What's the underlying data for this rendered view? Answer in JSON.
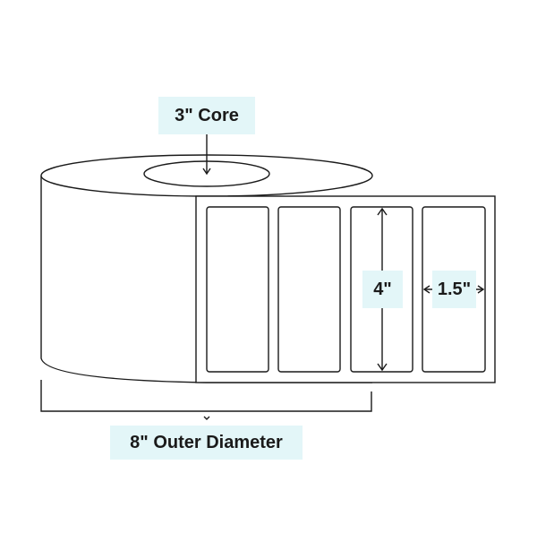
{
  "labels": {
    "core": "3\" Core",
    "outer_diameter": "8\" Outer Diameter",
    "label_height": "4\"",
    "label_width": "1.5\""
  },
  "colors": {
    "line": "#1a1a1a",
    "tag_background": "#e3f6f8"
  },
  "roll": {
    "label_count": 4
  }
}
